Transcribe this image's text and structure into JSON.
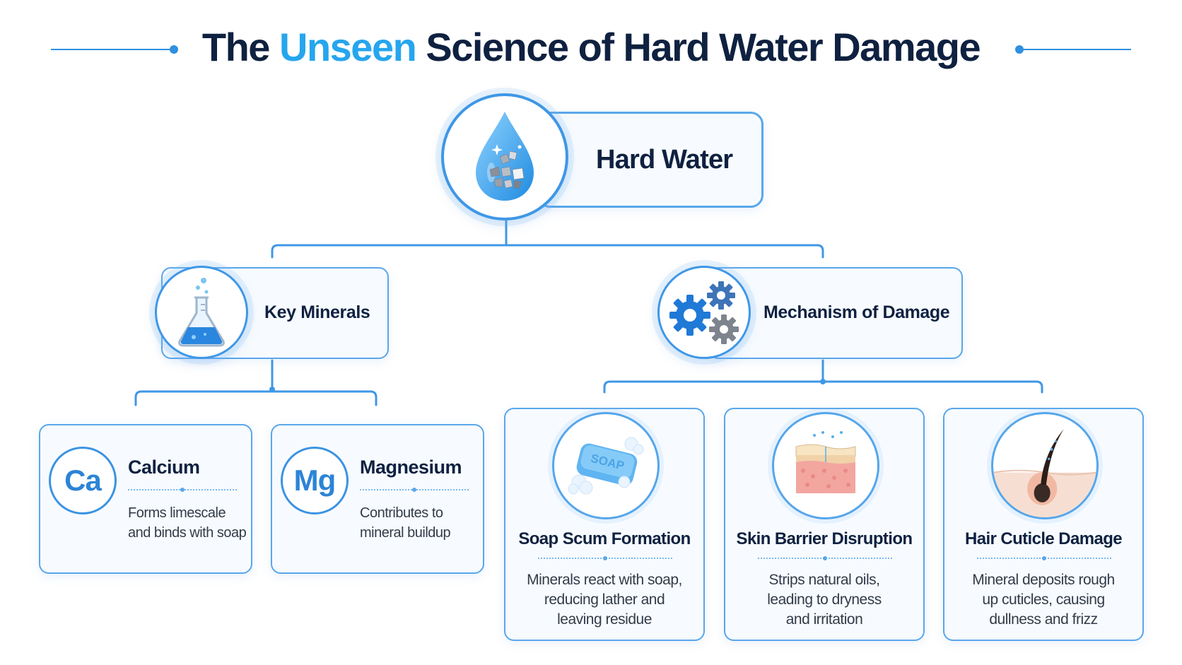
{
  "title": {
    "part1": "The",
    "accent": "Unseen",
    "part2": "Science of Hard Water Damage"
  },
  "root": {
    "label": "Hard Water",
    "icon": "water-drop-icon"
  },
  "branches": {
    "minerals": {
      "label": "Key Minerals",
      "icon": "flask-icon"
    },
    "mechanism": {
      "label": "Mechanism of Damage",
      "icon": "gears-icon"
    }
  },
  "minerals": [
    {
      "symbol": "Ca",
      "name": "Calcium",
      "desc_line1": "Forms limescale",
      "desc_line2": "and binds with soap"
    },
    {
      "symbol": "Mg",
      "name": "Magnesium",
      "desc_line1": "Contributes to",
      "desc_line2": "mineral buildup"
    }
  ],
  "effects": [
    {
      "title": "Soap Scum Formation",
      "icon": "soap-icon",
      "icon_text": "SOAP",
      "desc_line1": "Minerals react with soap,",
      "desc_line2": "reducing lather and",
      "desc_line3": "leaving residue"
    },
    {
      "title": "Skin Barrier Disruption",
      "icon": "skin-layers-icon",
      "desc_line1": "Strips natural oils,",
      "desc_line2": "leading to dryness",
      "desc_line3": "and irritation"
    },
    {
      "title": "Hair Cuticle Damage",
      "icon": "hair-follicle-icon",
      "desc_line1": "Mineral deposits rough",
      "desc_line2": "up cuticles, causing",
      "desc_line3": "dullness and frizz"
    }
  ],
  "colors": {
    "accent": "#26a6ee",
    "line": "#3f97e6",
    "title_dark": "#0f2140",
    "card_bg": "#f7fbff"
  }
}
